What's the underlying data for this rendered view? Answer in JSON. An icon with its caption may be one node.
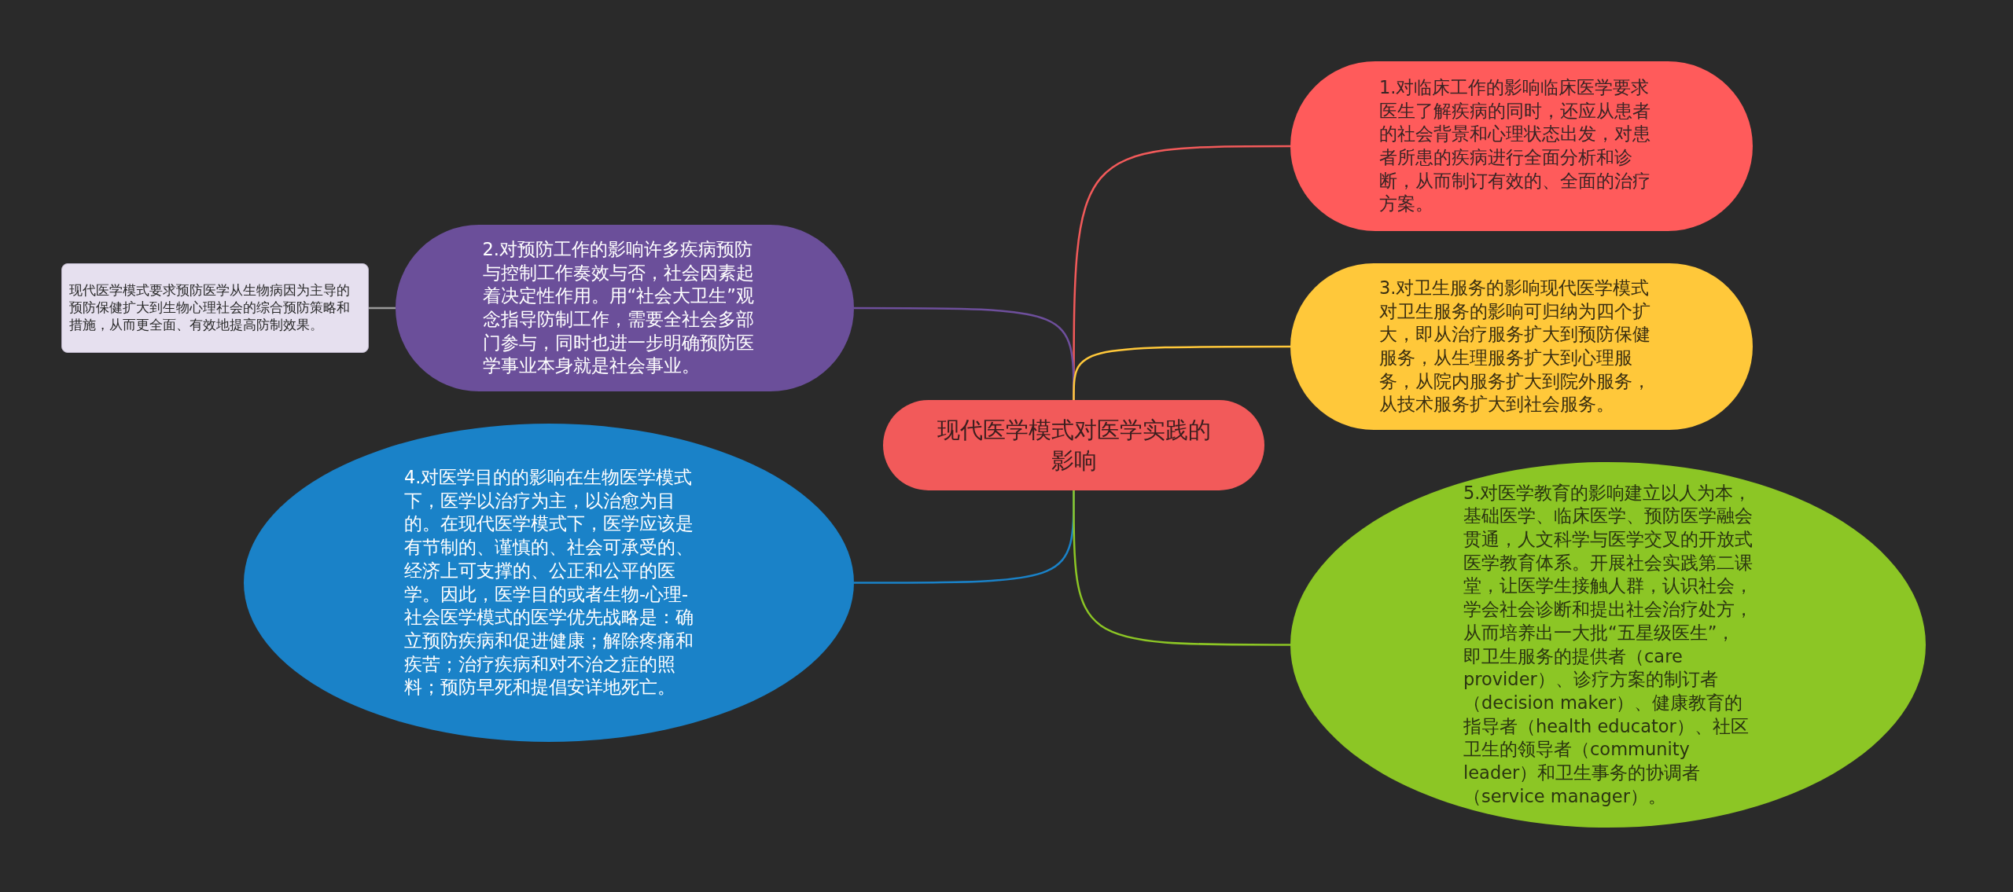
{
  "diagram": {
    "nodes": [
      {
        "text": [
          "现代医学模式对医学实践的影响"
        ]
      },
      {
        "text": [
          "1.对临床工作的影响临床医学要求医生了解疾病的同时，还应从患者的社会背景和心理状态出发，对患者所患的疾病进行全面分析和诊断，从而制订有效的、全面的治疗方案。"
        ]
      },
      {
        "text": [
          "2.对预防工作的影响许多疾病预防与控制工作奏效与否，社会因素起着决定性作用。用“社会大卫生”观念指导防制工作，需要全社会多部门参与，同时也进一步明确预防医学事业本身就是社会事业。"
        ]
      },
      {
        "text": [
          "现代医学模式要求预防医学从生物病因为主导的预防保健扩大到生物心理社会的综合预防策略和措施，从而更全面、有效地提高防制效果。"
        ]
      },
      {
        "text": [
          "3.对卫生服务的影响现代医学模式对卫生服务的影响可归纳为四个扩大，即从治疗服务扩大到预防保健服务，从生理服务扩大到心理服务，从院内服务扩大到院外服务，从技术服务扩大到社会服务。"
        ]
      },
      {
        "text": [
          "4.对医学目的的影响在生物医学模式下，医学以治疗为主，以治愈为目的。在现代医学模式下，医学应该是有节制的、谨慎的、社会可承受的、经济上可支撑的、公正和公平的医学。因此，医学目的或者生物-心理-社会医学模式的医学优先战略是：确立预防疾病和促进健康；解除疼痛和疾苦；治疗疾病和对不治之症的照料；预防早死和提倡安详地死亡。"
        ]
      },
      {
        "text": [
          "5.对医学教育的影响建立以人为本，基础医学、临床医学、预防医学融会贯通，人文科学与医学交叉的开放式医学教育体系。开展社会实践第二课堂，让医学生接触人群，认识社会，学会社会诊断和提出社会治疗处方，从而培养出一大批“五星级医生”，即卫生服务的提供者（care provider）、诊疗方案的制订者（decision maker）、健康教育的指导者（health educator）、社区卫生的领导者（community leader）和卫生事务的协调者（service manager）。"
        ]
      }
    ],
    "edges": [
      {
        "from": 0,
        "to": 1,
        "arrow": "none",
        "color": "#f25a5a"
      },
      {
        "from": 0,
        "to": 2,
        "arrow": "none",
        "color": "#6e4f9c"
      },
      {
        "from": 2,
        "to": 3,
        "arrow": "none",
        "color": "#9a9a9a"
      },
      {
        "from": 0,
        "to": 4,
        "arrow": "none",
        "color": "#ffc83a"
      },
      {
        "from": 0,
        "to": 5,
        "arrow": "none",
        "color": "#1a82c8"
      },
      {
        "from": 0,
        "to": 6,
        "arrow": "none",
        "color": "#8cc625"
      }
    ]
  }
}
